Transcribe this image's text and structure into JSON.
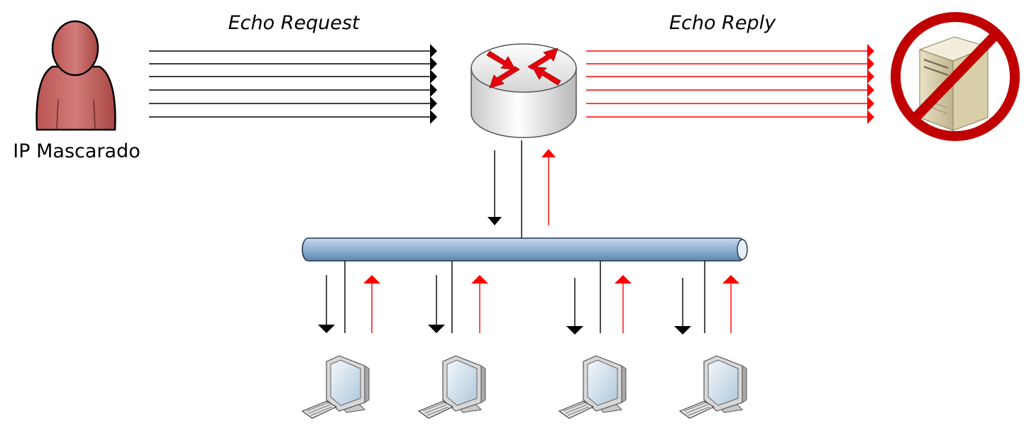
{
  "labels": {
    "echo_request": "Echo Request",
    "echo_reply": "Echo Reply",
    "attacker": "IP Mascarado"
  },
  "colors": {
    "request": "#000000",
    "reply": "#ff0000",
    "bus_fill": "#9ab8d6",
    "bus_stroke": "#1f3550",
    "person_fill": "#c76a68",
    "prohibited": "#c00000"
  },
  "icons": {
    "attacker": "person-icon",
    "router": "router-icon",
    "victim": "server-icon",
    "blocked": "prohibited-icon",
    "host": "workstation-icon"
  }
}
